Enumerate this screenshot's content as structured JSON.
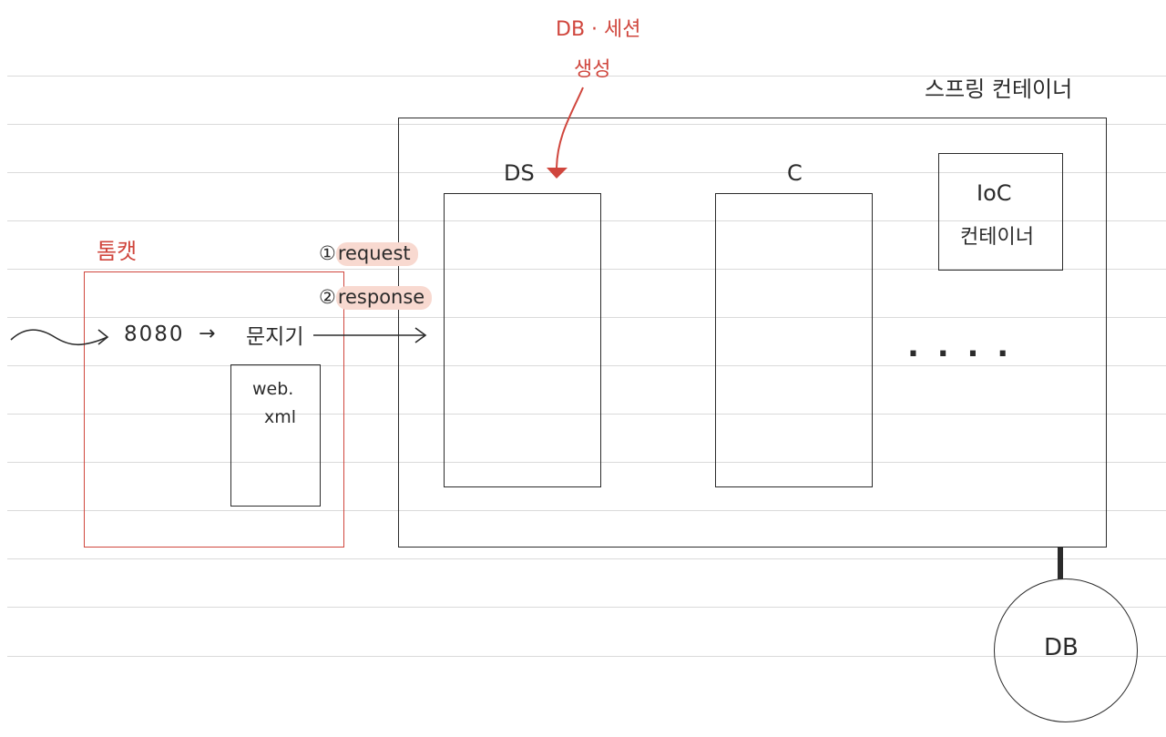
{
  "labels": {
    "db_session": "DB · 세션",
    "create": "생성",
    "spring_container": "스프링 컨테이너",
    "ds": "DS",
    "c": "C",
    "ioc_line1": "IoC",
    "ioc_line2": "컨테이너",
    "tomcat": "톰캣",
    "request": "request",
    "response": "response",
    "port": "8080",
    "arrow": "→",
    "gatekeeper": "문지기",
    "webxml_line1": "web.",
    "webxml_line2": "xml",
    "dots": ". . . .",
    "db": "DB"
  },
  "markers": {
    "request": "①",
    "response": "②"
  },
  "colors": {
    "ink": "#2b2b2b",
    "accent_red": "#d0463d",
    "highlight": "#f8d9d0",
    "rule": "#dadada"
  }
}
